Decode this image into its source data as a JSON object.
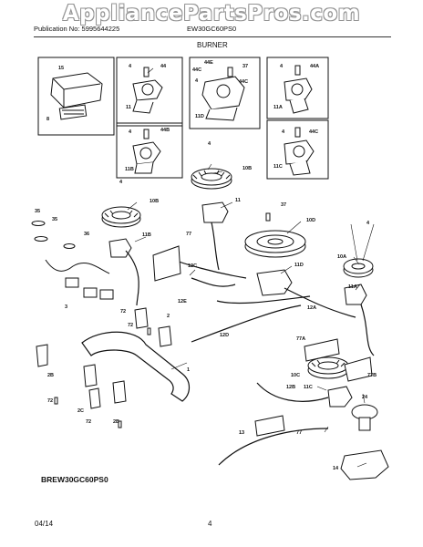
{
  "watermark": "AppliancePartsPros.com",
  "header": {
    "publication": "Publication No: 5995644225",
    "model": "EW30GC60PS0",
    "title": "BURNER"
  },
  "footer": {
    "model_code": "BREW30GC60PS0",
    "date": "04/14",
    "page": "4"
  },
  "labels": {
    "l15": "15",
    "l8": "8",
    "l4a": "4",
    "l44": "44",
    "l11": "11",
    "l44e": "44E",
    "l37a": "37",
    "l44c_top": "44C",
    "l4b": "4",
    "l44c2": "44C",
    "l11d_box": "11D",
    "l4c": "4",
    "l44a": "44A",
    "l11a_box": "11A",
    "l4d": "4",
    "l44b": "44B",
    "l11b_box": "11B",
    "l4e": "4",
    "l44c3": "44C",
    "l11c_box": "11C",
    "l4f": "4",
    "l10b_top": "10B",
    "l4g": "4",
    "l10b": "10B",
    "l11_mid": "11",
    "l37b": "37",
    "l10d": "10D",
    "l4h": "4",
    "l35a": "35",
    "l35b": "35",
    "l36": "36",
    "l11b": "11B",
    "l77a": "77",
    "l12c": "12C",
    "l11d": "11D",
    "l10a": "10A",
    "l3": "3",
    "l11a": "11A",
    "l12a": "12A",
    "l12e": "12E",
    "l72a": "72",
    "l2a": "2",
    "l72b": "72",
    "l12d": "12D",
    "l77a2": "77A",
    "l2b": "2B",
    "l1": "1",
    "l10c": "10C",
    "l77b": "77B",
    "l72c": "72",
    "l2c": "2C",
    "l72d": "72",
    "l2b2": "2B",
    "l12b": "12B",
    "l11c": "11C",
    "l24": "24",
    "l13": "13",
    "l77": "77",
    "l14": "14"
  }
}
